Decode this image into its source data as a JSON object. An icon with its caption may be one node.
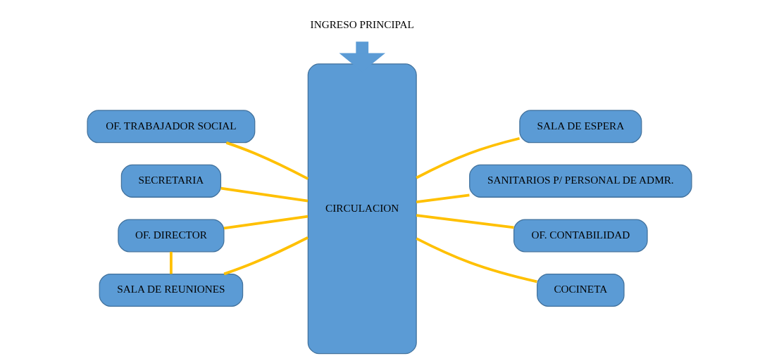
{
  "diagram": {
    "nodes": [
      {
        "text": [
          "INGRESO PRINCIPAL"
        ]
      },
      {
        "text": [
          "CIRCULACION"
        ]
      },
      {
        "text": [
          "OF. TRABAJADOR SOCIAL"
        ]
      },
      {
        "text": [
          "SALA DE ESPERA"
        ]
      },
      {
        "text": [
          "SECRETARIA"
        ]
      },
      {
        "text": [
          "SANITARIOS P/ PERSONAL DE ADMR."
        ]
      },
      {
        "text": [
          "OF. DIRECTOR"
        ]
      },
      {
        "text": [
          "OF. CONTABILIDAD"
        ]
      },
      {
        "text": [
          "SALA DE REUNIONES"
        ]
      },
      {
        "text": [
          "COCINETA"
        ]
      }
    ],
    "edges": [
      {
        "from": 0,
        "to": 1,
        "arrow": "to",
        "style": "thick",
        "color": "#5b9bd5"
      },
      {
        "from": 2,
        "to": 1,
        "arrow": "none"
      },
      {
        "from": 1,
        "to": 3,
        "arrow": "none"
      },
      {
        "from": 4,
        "to": 1,
        "arrow": "none"
      },
      {
        "from": 1,
        "to": 5,
        "arrow": "none"
      },
      {
        "from": 6,
        "to": 1,
        "arrow": "none"
      },
      {
        "from": 1,
        "to": 7,
        "arrow": "none"
      },
      {
        "from": 6,
        "to": 8,
        "arrow": "none"
      },
      {
        "from": 8,
        "to": 1,
        "arrow": "none"
      },
      {
        "from": 1,
        "to": 9,
        "arrow": "none"
      }
    ]
  }
}
